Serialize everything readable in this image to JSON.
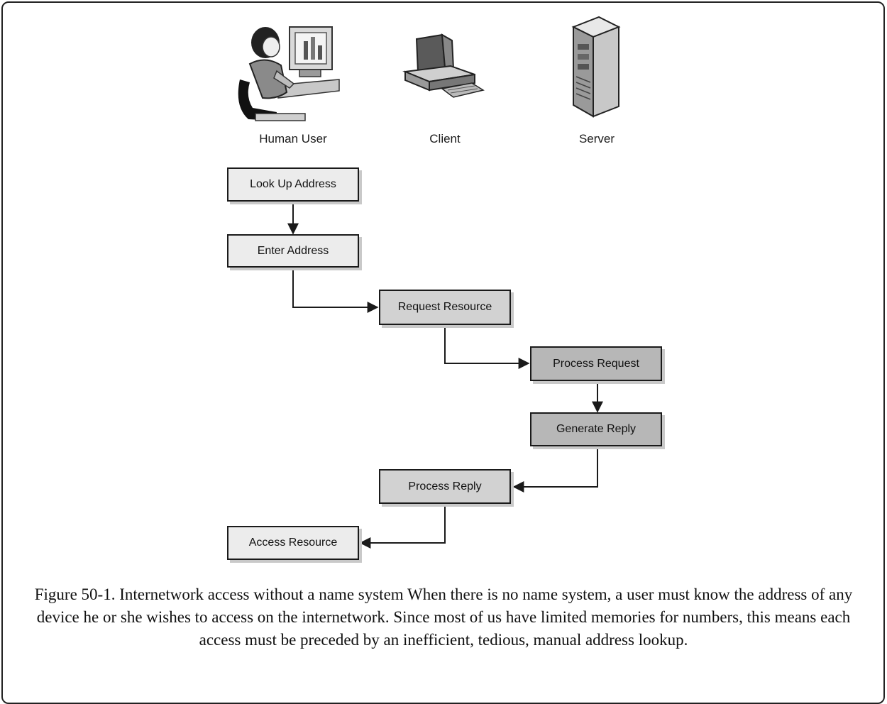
{
  "actors": [
    {
      "id": "human",
      "label": "Human User",
      "icon": "human-user-icon"
    },
    {
      "id": "client",
      "label": "Client",
      "icon": "client-computer-icon"
    },
    {
      "id": "server",
      "label": "Server",
      "icon": "server-tower-icon"
    }
  ],
  "steps": [
    {
      "label": "Look Up Address",
      "actor": "human"
    },
    {
      "label": "Enter Address",
      "actor": "human"
    },
    {
      "label": "Request Resource",
      "actor": "client"
    },
    {
      "label": "Process Request",
      "actor": "server"
    },
    {
      "label": "Generate Reply",
      "actor": "server"
    },
    {
      "label": "Process Reply",
      "actor": "client"
    },
    {
      "label": "Access Resource",
      "actor": "human"
    }
  ],
  "caption": "Figure 50-1. Internetwork access without a name system When there is no name system, a user must know the address of any device he or she wishes to access on the internetwork. Since most of us have limited memories for numbers, this means each access must be preceded by an inefficient, tedious, manual address lookup.",
  "colors": {
    "human_box": "#ececec",
    "client_box": "#d2d2d2",
    "server_box": "#b7b7b7",
    "line": "#1a1a1a"
  }
}
